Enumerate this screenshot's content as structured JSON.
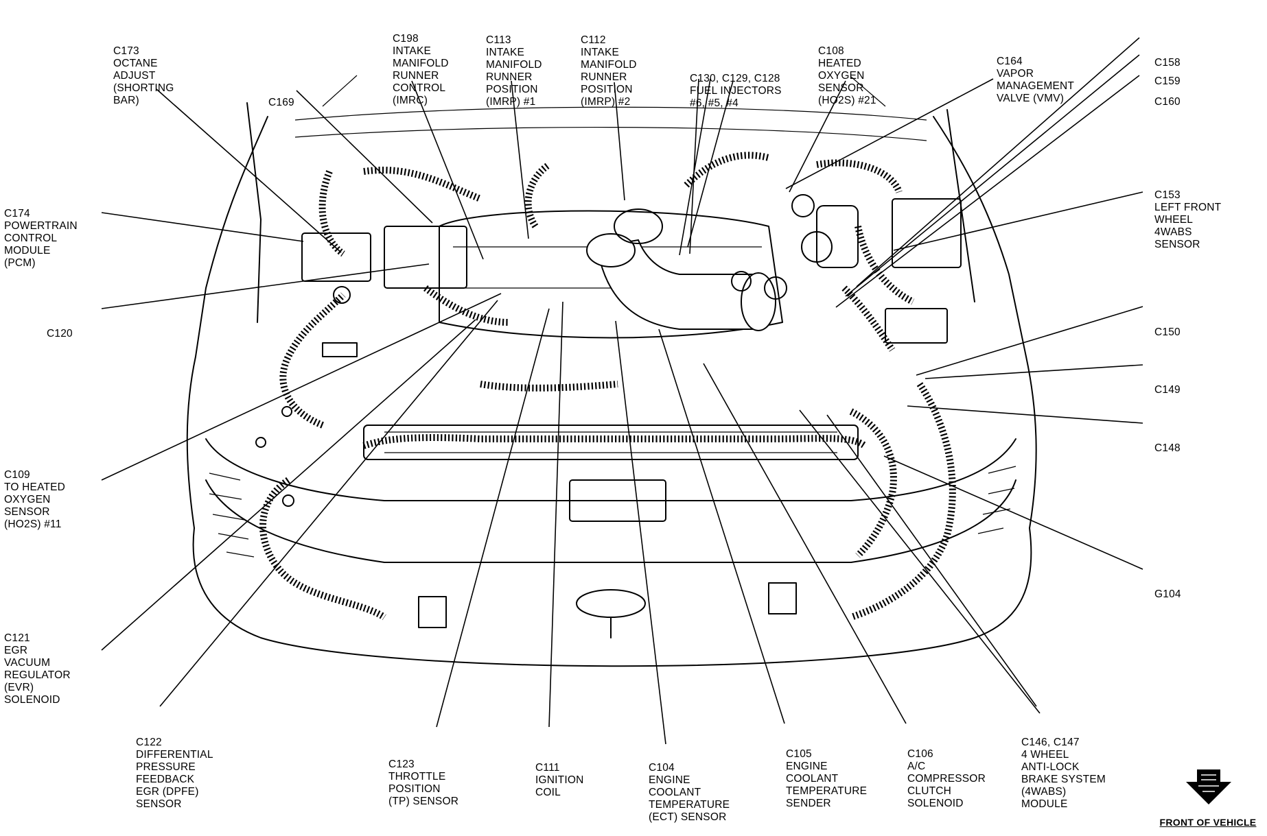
{
  "labels": [
    {
      "id": "c173",
      "lines": [
        "C173",
        "OCTANE",
        "ADJUST",
        "(SHORTING",
        "BAR)"
      ]
    },
    {
      "id": "c169",
      "lines": [
        "C169"
      ]
    },
    {
      "id": "c198",
      "lines": [
        "C198",
        "INTAKE",
        "MANIFOLD",
        "RUNNER",
        "CONTROL",
        "(IMRC)"
      ]
    },
    {
      "id": "c113",
      "lines": [
        "C113",
        "INTAKE",
        "MANIFOLD",
        "RUNNER",
        "POSITION",
        "(IMRP) #1"
      ]
    },
    {
      "id": "c112",
      "lines": [
        "C112",
        "INTAKE",
        "MANIFOLD",
        "RUNNER",
        "POSITION",
        "(IMRP) #2"
      ]
    },
    {
      "id": "c130",
      "lines": [
        "C130, C129, C128",
        "FUEL INJECTORS",
        "#6, #5, #4"
      ]
    },
    {
      "id": "c108",
      "lines": [
        "C108",
        "HEATED",
        "OXYGEN",
        "SENSOR",
        "(HO2S) #21"
      ]
    },
    {
      "id": "c164",
      "lines": [
        "C164",
        "VAPOR",
        "MANAGEMENT",
        "VALVE (VMV)"
      ]
    },
    {
      "id": "c158",
      "lines": [
        "C158"
      ]
    },
    {
      "id": "c159",
      "lines": [
        "C159"
      ]
    },
    {
      "id": "c160",
      "lines": [
        "C160"
      ]
    },
    {
      "id": "c174",
      "lines": [
        "C174",
        "POWERTRAIN",
        "CONTROL",
        "MODULE",
        "(PCM)"
      ]
    },
    {
      "id": "c120",
      "lines": [
        "C120"
      ]
    },
    {
      "id": "c153",
      "lines": [
        "C153",
        "LEFT FRONT",
        "WHEEL",
        "4WABS",
        "SENSOR"
      ]
    },
    {
      "id": "c150",
      "lines": [
        "C150"
      ]
    },
    {
      "id": "c149",
      "lines": [
        "C149"
      ]
    },
    {
      "id": "c148",
      "lines": [
        "C148"
      ]
    },
    {
      "id": "c109",
      "lines": [
        "C109",
        "TO HEATED",
        "OXYGEN",
        "SENSOR",
        "(HO2S) #11"
      ]
    },
    {
      "id": "g104",
      "lines": [
        "G104"
      ]
    },
    {
      "id": "c121",
      "lines": [
        "C121",
        "EGR",
        "VACUUM",
        "REGULATOR",
        "(EVR)",
        "SOLENOID"
      ]
    },
    {
      "id": "c122",
      "lines": [
        "C122",
        "DIFFERENTIAL",
        "PRESSURE",
        "FEEDBACK",
        "EGR (DPFE)",
        "SENSOR"
      ]
    },
    {
      "id": "c123",
      "lines": [
        "C123",
        "THROTTLE",
        "POSITION",
        "(TP) SENSOR"
      ]
    },
    {
      "id": "c111",
      "lines": [
        "C111",
        "IGNITION",
        "COIL"
      ]
    },
    {
      "id": "c104",
      "lines": [
        "C104",
        "ENGINE",
        "COOLANT",
        "TEMPERATURE",
        "(ECT) SENSOR"
      ]
    },
    {
      "id": "c105",
      "lines": [
        "C105",
        "ENGINE",
        "COOLANT",
        "TEMPERATURE",
        "SENDER"
      ]
    },
    {
      "id": "c106",
      "lines": [
        "C106",
        "A/C",
        "COMPRESSOR",
        "CLUTCH",
        "SOLENOID"
      ]
    },
    {
      "id": "c146",
      "lines": [
        "C146, C147",
        "4 WHEEL",
        "ANTI-LOCK",
        "BRAKE SYSTEM",
        "(4WABS)",
        "MODULE"
      ]
    }
  ],
  "front_of_vehicle": "FRONT OF VEHICLE"
}
